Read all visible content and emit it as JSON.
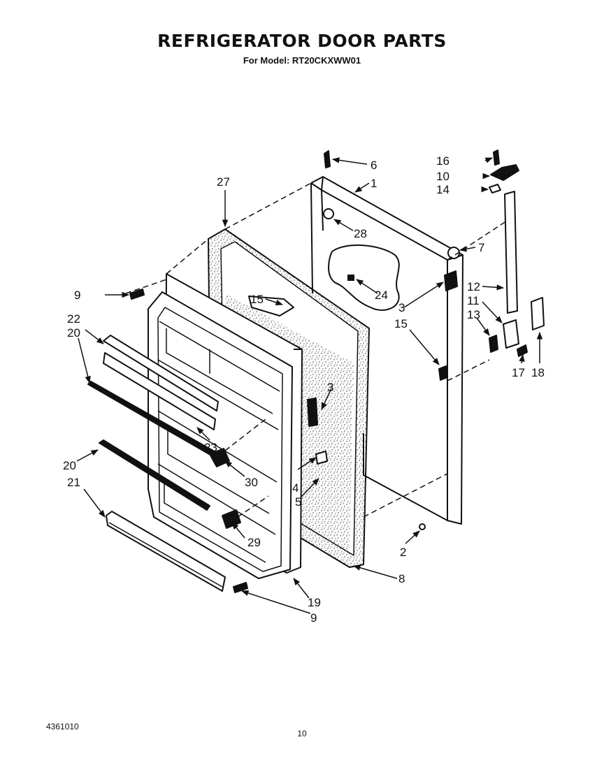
{
  "header": {
    "title": "REFRIGERATOR DOOR PARTS",
    "subtitle": "For Model: RT20CKXWW01"
  },
  "footer": {
    "doc_number": "4361010",
    "page_number": "10"
  },
  "callouts": {
    "c1": "1",
    "c2": "2",
    "c3a": "3",
    "c3b": "3",
    "c4": "4",
    "c5": "5",
    "c6": "6",
    "c7": "7",
    "c8": "8",
    "c9a": "9",
    "c9b": "9",
    "c10": "10",
    "c11": "11",
    "c12": "12",
    "c13": "13",
    "c14": "14",
    "c15a": "15",
    "c15b": "15",
    "c16": "16",
    "c17": "17",
    "c18": "18",
    "c19": "19",
    "c20a": "20",
    "c20b": "20",
    "c21": "21",
    "c22": "22",
    "c23": "23",
    "c24": "24",
    "c27": "27",
    "c28": "28",
    "c29": "29",
    "c30": "30"
  }
}
